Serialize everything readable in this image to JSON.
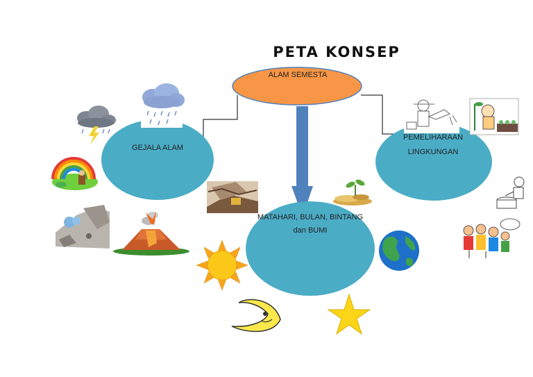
{
  "title": "PETA  KONSEP",
  "nodes": {
    "root": "ALAM SEMESTA",
    "left": "GEJALA ALAM",
    "right_line1": "PEMELIHARAAN",
    "right_line2": "LINGKUNGAN",
    "center_line1": "MATAHARI, BULAN, BINTANG",
    "center_line2": "dan BUMI"
  },
  "colors": {
    "root_fill": "#f79646",
    "branch_fill": "#4bacc6",
    "arrow_fill": "#4f81bd"
  },
  "icons": [
    "rain-cloud-icon",
    "storm-cloud-icon",
    "rainbow-icon",
    "landslide-icon",
    "volcano-icon",
    "earthquake-ruins-icon",
    "plant-coins-icon",
    "sun-icon",
    "moon-icon",
    "star-icon",
    "earth-icon",
    "gardener-icon",
    "farmer-seedlings-icon",
    "child-washing-icon",
    "children-group-icon"
  ]
}
